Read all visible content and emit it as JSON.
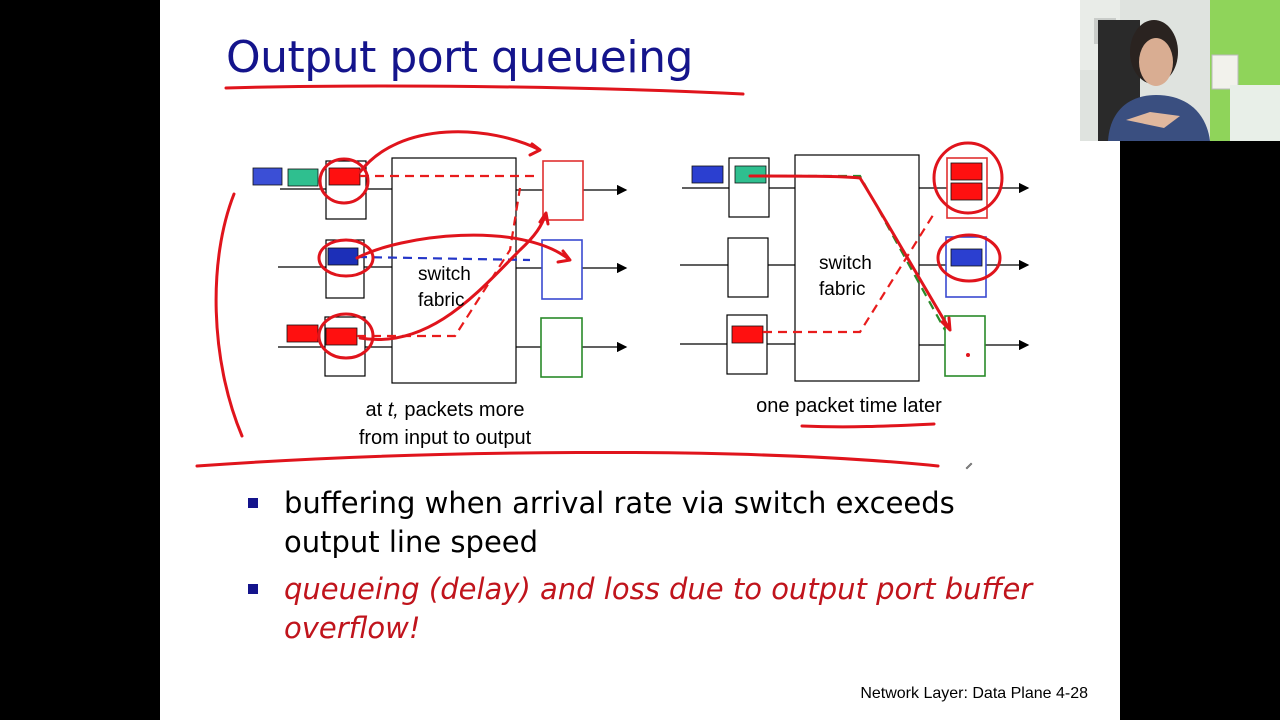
{
  "slide": {
    "title": "Output port queueing",
    "left_diagram": {
      "fabric_label_line1": "switch",
      "fabric_label_line2": "fabric",
      "caption_prefix": "at ",
      "caption_italic": "t,",
      "caption_suffix": " packets more",
      "caption_line2": "from input to output"
    },
    "right_diagram": {
      "fabric_label_line1": "switch",
      "fabric_label_line2": "fabric",
      "caption": "one packet time later"
    },
    "bullets": [
      {
        "text": "buffering when arrival rate via switch exceeds output line speed"
      },
      {
        "text": "queueing (delay) and loss due to output port buffer overflow!"
      }
    ],
    "footer": "Network Layer: Data Plane  4-28"
  },
  "colors": {
    "title": "#14148c",
    "annotation_red": "#e0141c",
    "packet_red": "#ff0000",
    "packet_blue": "#2b3fd0",
    "packet_teal": "#2fbf8f",
    "port_red": "#e03030",
    "port_blue": "#3a4ad0",
    "port_green": "#2a8a2a"
  },
  "webcam": {
    "icon": "presenter-video-icon"
  }
}
